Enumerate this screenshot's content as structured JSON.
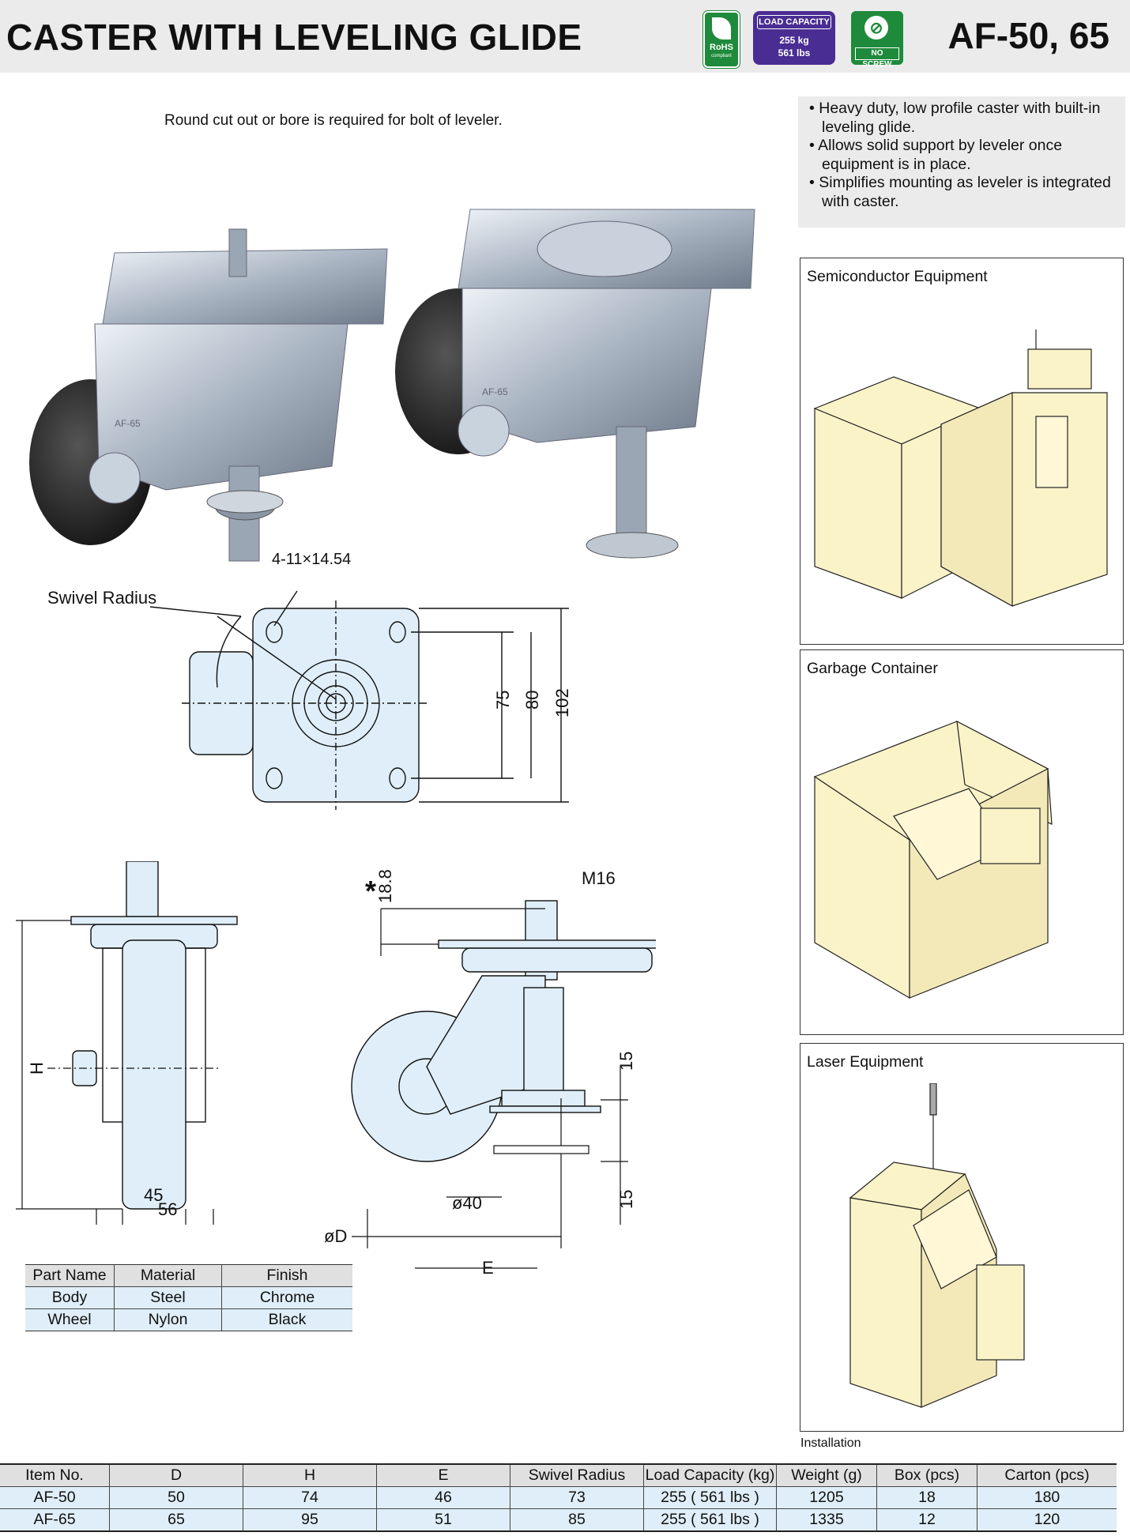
{
  "header": {
    "title": "CASTER WITH LEVELING GLIDE",
    "model": "AF-50, 65",
    "badges": {
      "rohs": "RoHS",
      "rohs_sub": "compliant",
      "load_header": "LOAD CAPACITY",
      "load_kg": "255 kg",
      "load_lbs": "561 lbs",
      "no_screw": "NO SCREW"
    }
  },
  "note_top": "Round cut out or bore is required for bolt of leveler.",
  "features": [
    "• Heavy duty, low profile caster with built-in leveling glide.",
    "• Allows solid support by leveler once equipment is in place.",
    "• Simplifies mounting as leveler is integrated with caster."
  ],
  "photo_labels": {
    "left": "AF-65",
    "right": "AF-65"
  },
  "drawing_labels": {
    "holes": "4-11×14.54",
    "swivel": "Swivel Radius",
    "d75": "75",
    "d80": "80",
    "d102": "102",
    "d18_8": "18.8",
    "asterisk": "*",
    "m16": "M16",
    "h": "H",
    "d45": "45",
    "d56": "56",
    "d15a": "15",
    "d15b": "15",
    "d40": "ø40",
    "dD": "øD",
    "dE": "E"
  },
  "applications": [
    {
      "label": "Semiconductor Equipment"
    },
    {
      "label": "Garbage Container"
    },
    {
      "label": "Laser Equipment"
    }
  ],
  "installation_label": "Installation",
  "material_table": {
    "headers": [
      "Part Name",
      "Material",
      "Finish"
    ],
    "rows": [
      [
        "Body",
        "Steel",
        "Chrome"
      ],
      [
        "Wheel",
        "Nylon",
        "Black"
      ]
    ]
  },
  "spec_table": {
    "headers": [
      "Item No.",
      "D",
      "H",
      "E",
      "Swivel Radius",
      "Load Capacity (kg)",
      "Weight (g)",
      "Box (pcs)",
      "Carton (pcs)"
    ],
    "rows": [
      [
        "AF-50",
        "50",
        "74",
        "46",
        "73",
        "255 ( 561 lbs )",
        "1205",
        "18",
        "180"
      ],
      [
        "AF-65",
        "65",
        "95",
        "51",
        "85",
        "255 ( 561 lbs )",
        "1335",
        "12",
        "120"
      ]
    ]
  }
}
